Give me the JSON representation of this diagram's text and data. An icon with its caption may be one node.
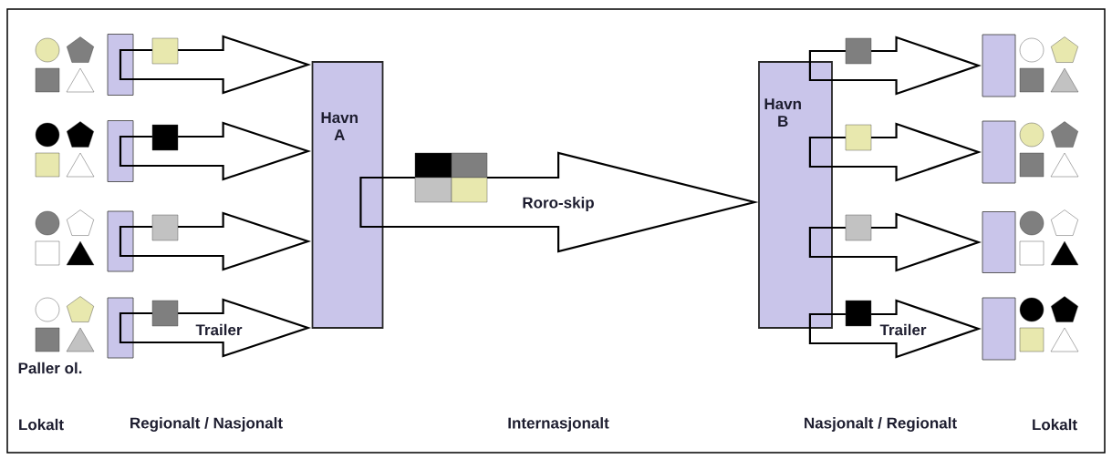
{
  "diagram": {
    "nodes": [
      {
        "text": [],
        "shape": "box"
      },
      {
        "text": [],
        "shape": "box"
      },
      {
        "text": [],
        "shape": "box"
      },
      {
        "text": [],
        "shape": "box"
      },
      {
        "text": [
          "Havn A"
        ]
      },
      {
        "text": [
          "Havn B"
        ]
      },
      {
        "text": [],
        "shape": "box"
      },
      {
        "text": [],
        "shape": "box"
      },
      {
        "text": [],
        "shape": "box"
      },
      {
        "text": [],
        "shape": "box"
      }
    ],
    "edges": [
      {
        "from": 0,
        "to": 4,
        "arrow": "to"
      },
      {
        "from": 1,
        "to": 4,
        "arrow": "to"
      },
      {
        "from": 2,
        "to": 4,
        "arrow": "to"
      },
      {
        "from": 3,
        "to": 4,
        "arrow": "to",
        "label": "Trailer"
      },
      {
        "from": 4,
        "to": 5,
        "arrow": "to",
        "label": "Roro-skip"
      },
      {
        "from": 5,
        "to": 6,
        "arrow": "to"
      },
      {
        "from": 5,
        "to": 7,
        "arrow": "to"
      },
      {
        "from": 5,
        "to": 8,
        "arrow": "to"
      },
      {
        "from": 5,
        "to": 9,
        "arrow": "to",
        "label": "Trailer"
      }
    ],
    "labels": [
      "Paller ol.",
      "Lokalt",
      "Regionalt / Nasjonalt",
      "Internasjonalt",
      "Nasjonalt / Regionalt",
      "Lokalt"
    ]
  }
}
